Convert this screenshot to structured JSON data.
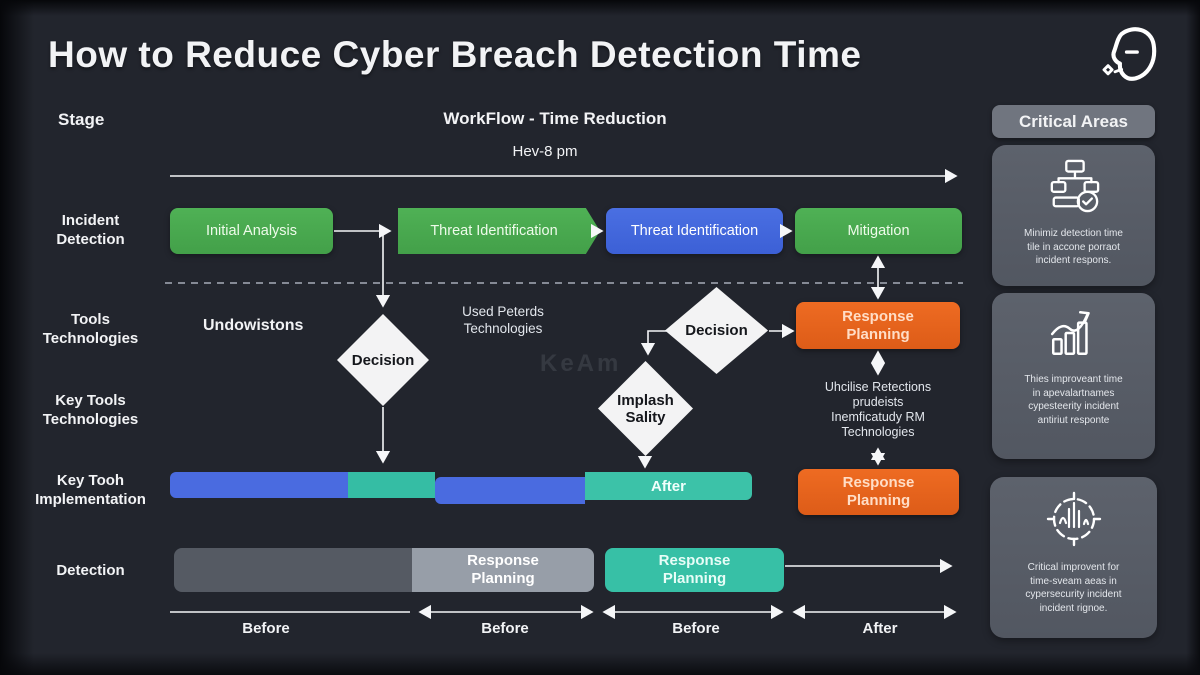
{
  "title": "How to Reduce Cyber Breach Detection Time",
  "headers": {
    "stage": "Stage",
    "workflow": "WorkFlow - Time Reduction",
    "workflow_sub": "Hev-8 pm",
    "critical_areas": "Critical Areas"
  },
  "row_labels": [
    "Incident\nDetection",
    "Tools\nTechnologies",
    "Key Tools\nTechnologies",
    "Key Tooh\nImplementation",
    "Detection"
  ],
  "flow": {
    "boxes": [
      {
        "label": "Initial Analysis",
        "color": "green"
      },
      {
        "label": "Threat Identification",
        "color": "green"
      },
      {
        "label": "Threat Identification",
        "color": "blue"
      },
      {
        "label": "Mitigation",
        "color": "green"
      }
    ],
    "diamonds": [
      {
        "label": "Decision"
      },
      {
        "label": "Decision"
      },
      {
        "label": "Implash\nSality"
      }
    ],
    "orange_boxes": [
      {
        "label": "Response\nPlanning"
      },
      {
        "label": "Response\nPlanning"
      }
    ]
  },
  "annotations": {
    "undowistons": "Undowistons",
    "used_peterds": "Used Peterds\nTechnologies",
    "utilise": "Uhcilise Retections\nprudeists\nInemficatudy RM\nTechnologies",
    "watermark": "KeAm"
  },
  "implementation_bar": {
    "after_label": "After"
  },
  "detection_row": {
    "boxes": [
      {
        "label": "Response\nPlanning",
        "style": "light-gray"
      },
      {
        "label": "Response\nPlanning",
        "style": "teal"
      }
    ]
  },
  "axis_labels": [
    "Before",
    "Before",
    "Before",
    "After"
  ],
  "critical_cards": [
    {
      "icon": "workflow-check-icon",
      "text": "Minimiz detection time\ntile in accone porraot\nincident respons."
    },
    {
      "icon": "growth-chart-icon",
      "text": "Thies improveant time\nin apevalartnames\ncypesteerity incident\nantiriut responte"
    },
    {
      "icon": "radar-pulse-icon",
      "text": "Critical improvent for\ntime-sveam aeas in\ncypersecurity incident\nincident rignoe."
    }
  ],
  "colors": {
    "background": "#22252d",
    "green": "#48a84e",
    "blue": "#4067de",
    "orange": "#e5631e",
    "teal": "#38c1a7",
    "bar_blue": "#4a6be0",
    "gray_bar": "#555a63",
    "light_gray": "#979ea8",
    "card": "#575c66"
  }
}
